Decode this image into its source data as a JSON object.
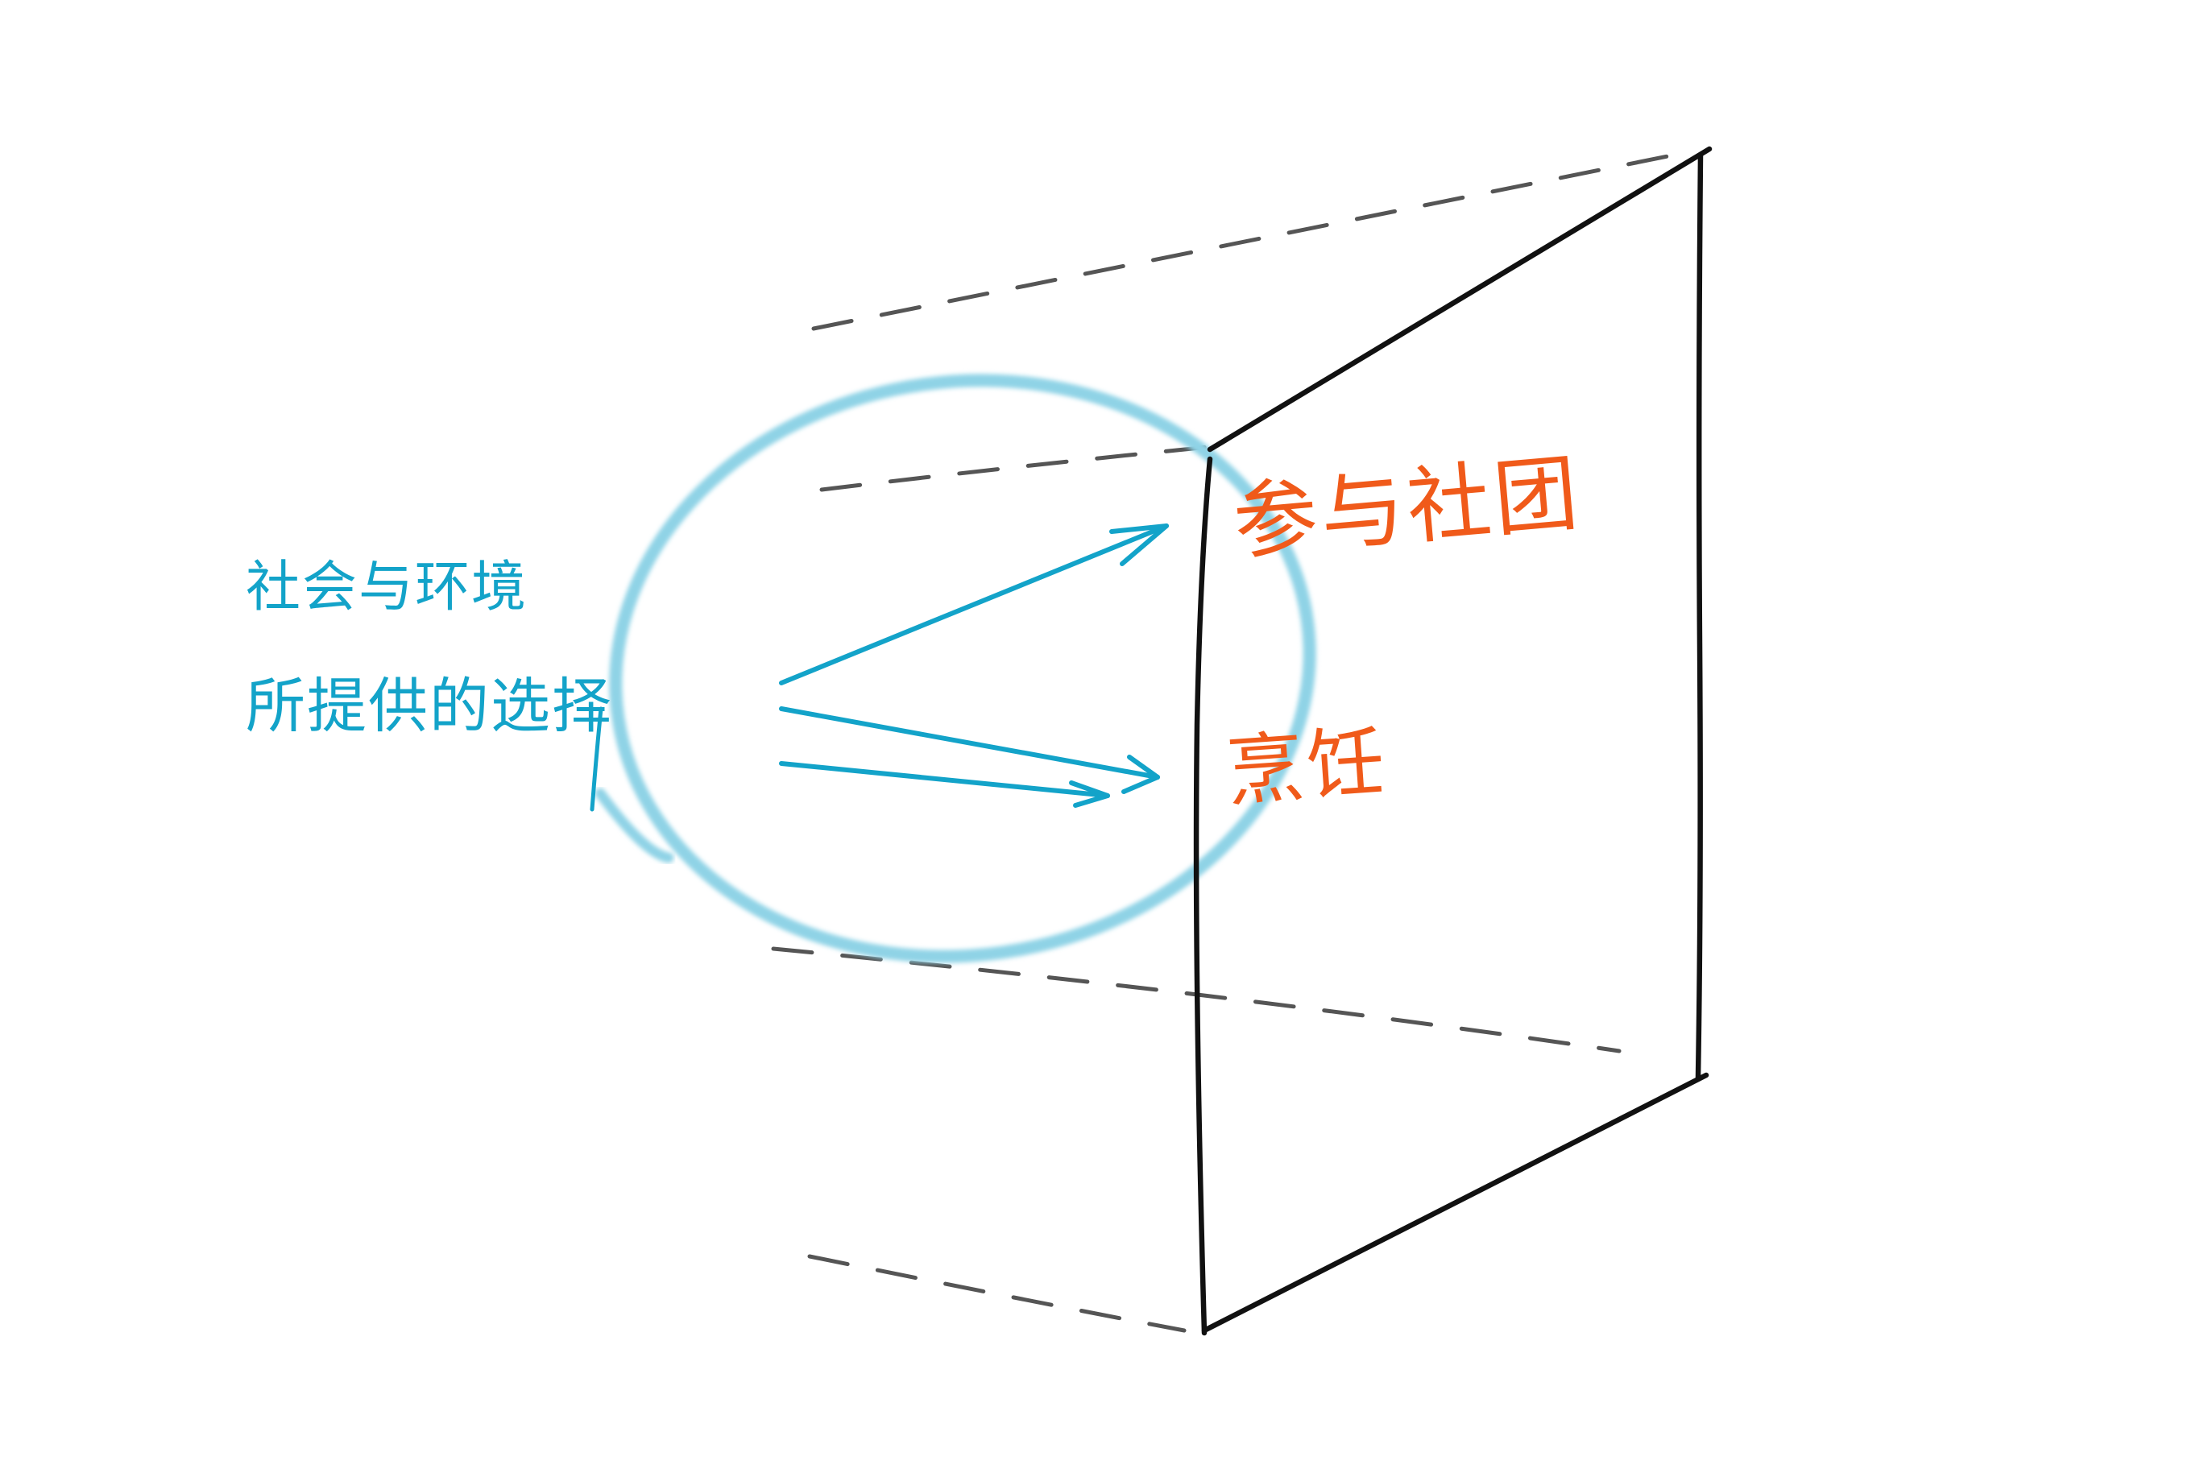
{
  "diagram": {
    "left_label": {
      "line1": "社会与环境",
      "line2": "所提供的选择"
    },
    "right_labels": {
      "top": "参与社团",
      "bottom": "烹饪"
    }
  },
  "colors": {
    "background": "#ffffff",
    "frame_line": "#111111",
    "dashed_line": "#555555",
    "circle": "#8fd3e6",
    "arrow": "#13a3c9",
    "left_text": "#13a3c9",
    "right_text": "#f05a1a"
  }
}
